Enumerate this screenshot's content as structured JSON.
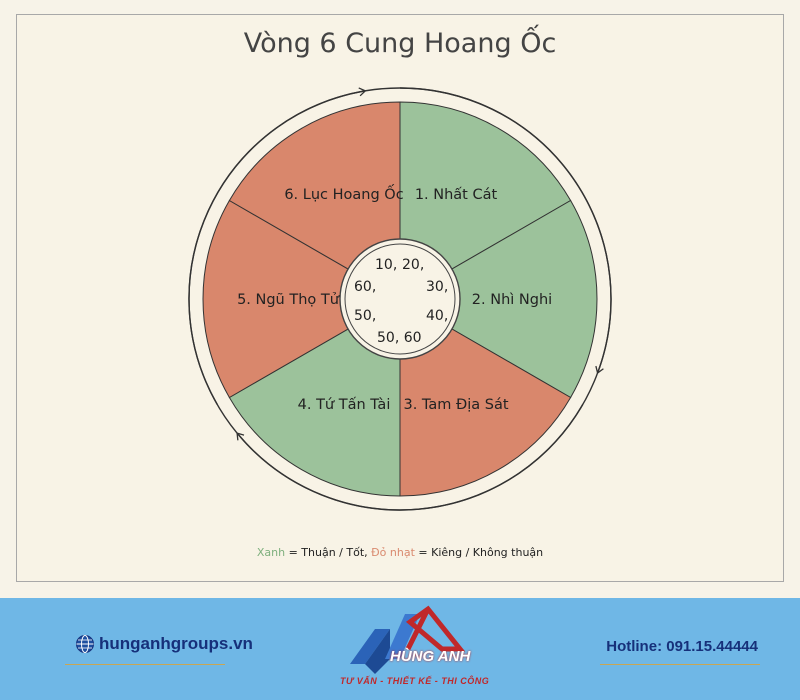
{
  "title": "Vòng 6 Cung Hoang Ốc",
  "colors": {
    "green": "#9cc29b",
    "red": "#d9876c",
    "background": "#f8f3e6",
    "footer": "#6fb7e6",
    "brand_blue": "#16307a",
    "brand_red": "#c0282a"
  },
  "segments": [
    {
      "label": "1. Nhất Cát",
      "color": "green"
    },
    {
      "label": "2. Nhì Nghi",
      "color": "green"
    },
    {
      "label": "3. Tam Địa Sát",
      "color": "red"
    },
    {
      "label": "4. Tứ Tấn Tài",
      "color": "green"
    },
    {
      "label": "5. Ngũ Thọ Tử",
      "color": "red"
    },
    {
      "label": "6. Lục Hoang Ốc",
      "color": "red"
    }
  ],
  "center_numbers": [
    "10,",
    "20,",
    "30,",
    "40,",
    "50, 60",
    "50,",
    "60,"
  ],
  "legend": {
    "green_word": "Xanh",
    "green_text": " = Thuận / Tốt, ",
    "red_word": "Đỏ nhạt",
    "red_text": " = Kiêng / Không thuận"
  },
  "footer": {
    "website": "hunganhgroups.vn",
    "hotline": "Hotline: 091.15.44444",
    "logo_name": "HÙNG ANH",
    "logo_tagline": "TƯ VẤN - THIẾT KẾ - THI CÔNG"
  }
}
